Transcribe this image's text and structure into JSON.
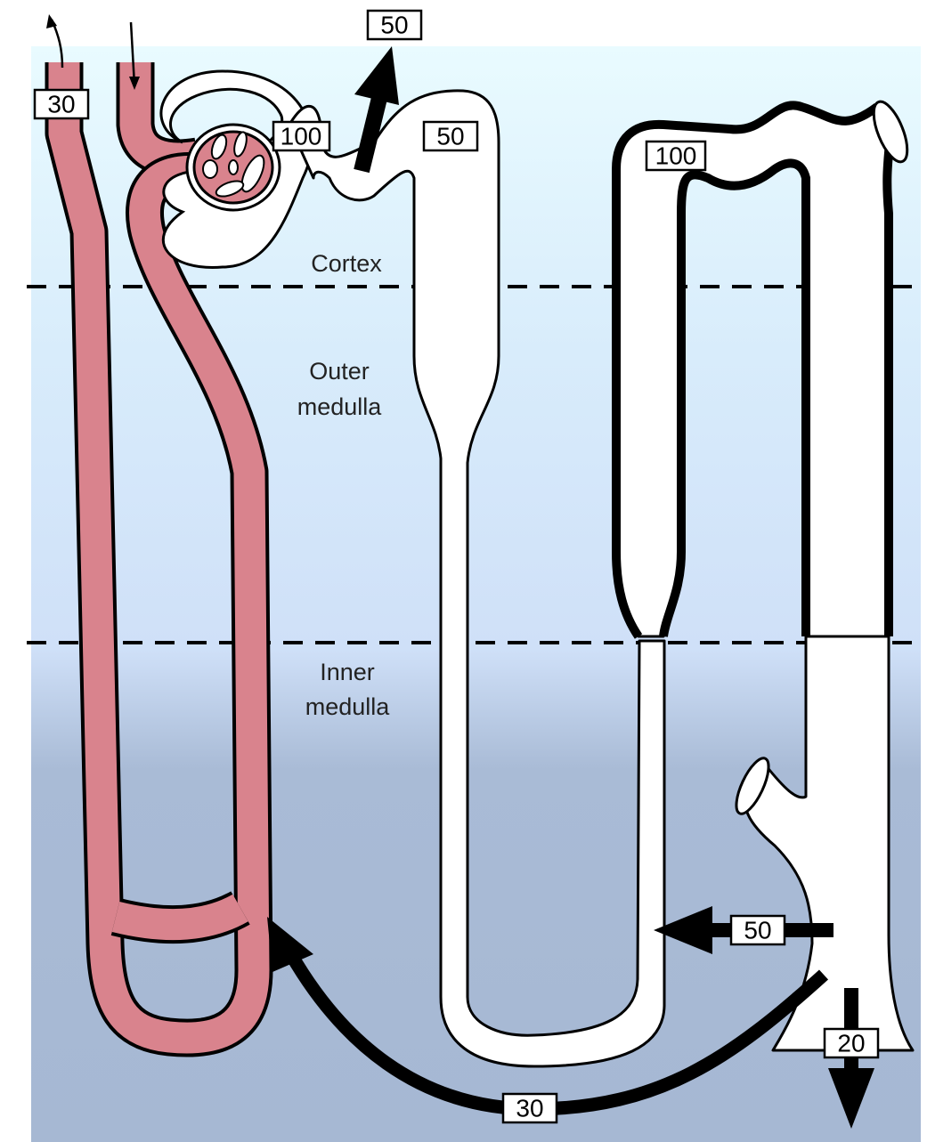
{
  "zones": {
    "cortex": "Cortex",
    "outer_medulla_line1": "Outer",
    "outer_medulla_line2": "medulla",
    "inner_medulla_line1": "Inner",
    "inner_medulla_line2": "medulla"
  },
  "labels": {
    "vasa_recta_out": "30",
    "bowmans_capsule": "100",
    "reabsorbed_proximal": "50",
    "proximal_tubule": "50",
    "thick_ascending_limb": "100",
    "collecting_duct_secretion": "50",
    "recycled": "30",
    "excreted": "20"
  },
  "colors": {
    "background_top": "#e9fbff",
    "background_mid": "#d3e6fb",
    "background_bottom": "#a6b8d3",
    "vessel": "#d9838d",
    "outline": "#000000"
  }
}
